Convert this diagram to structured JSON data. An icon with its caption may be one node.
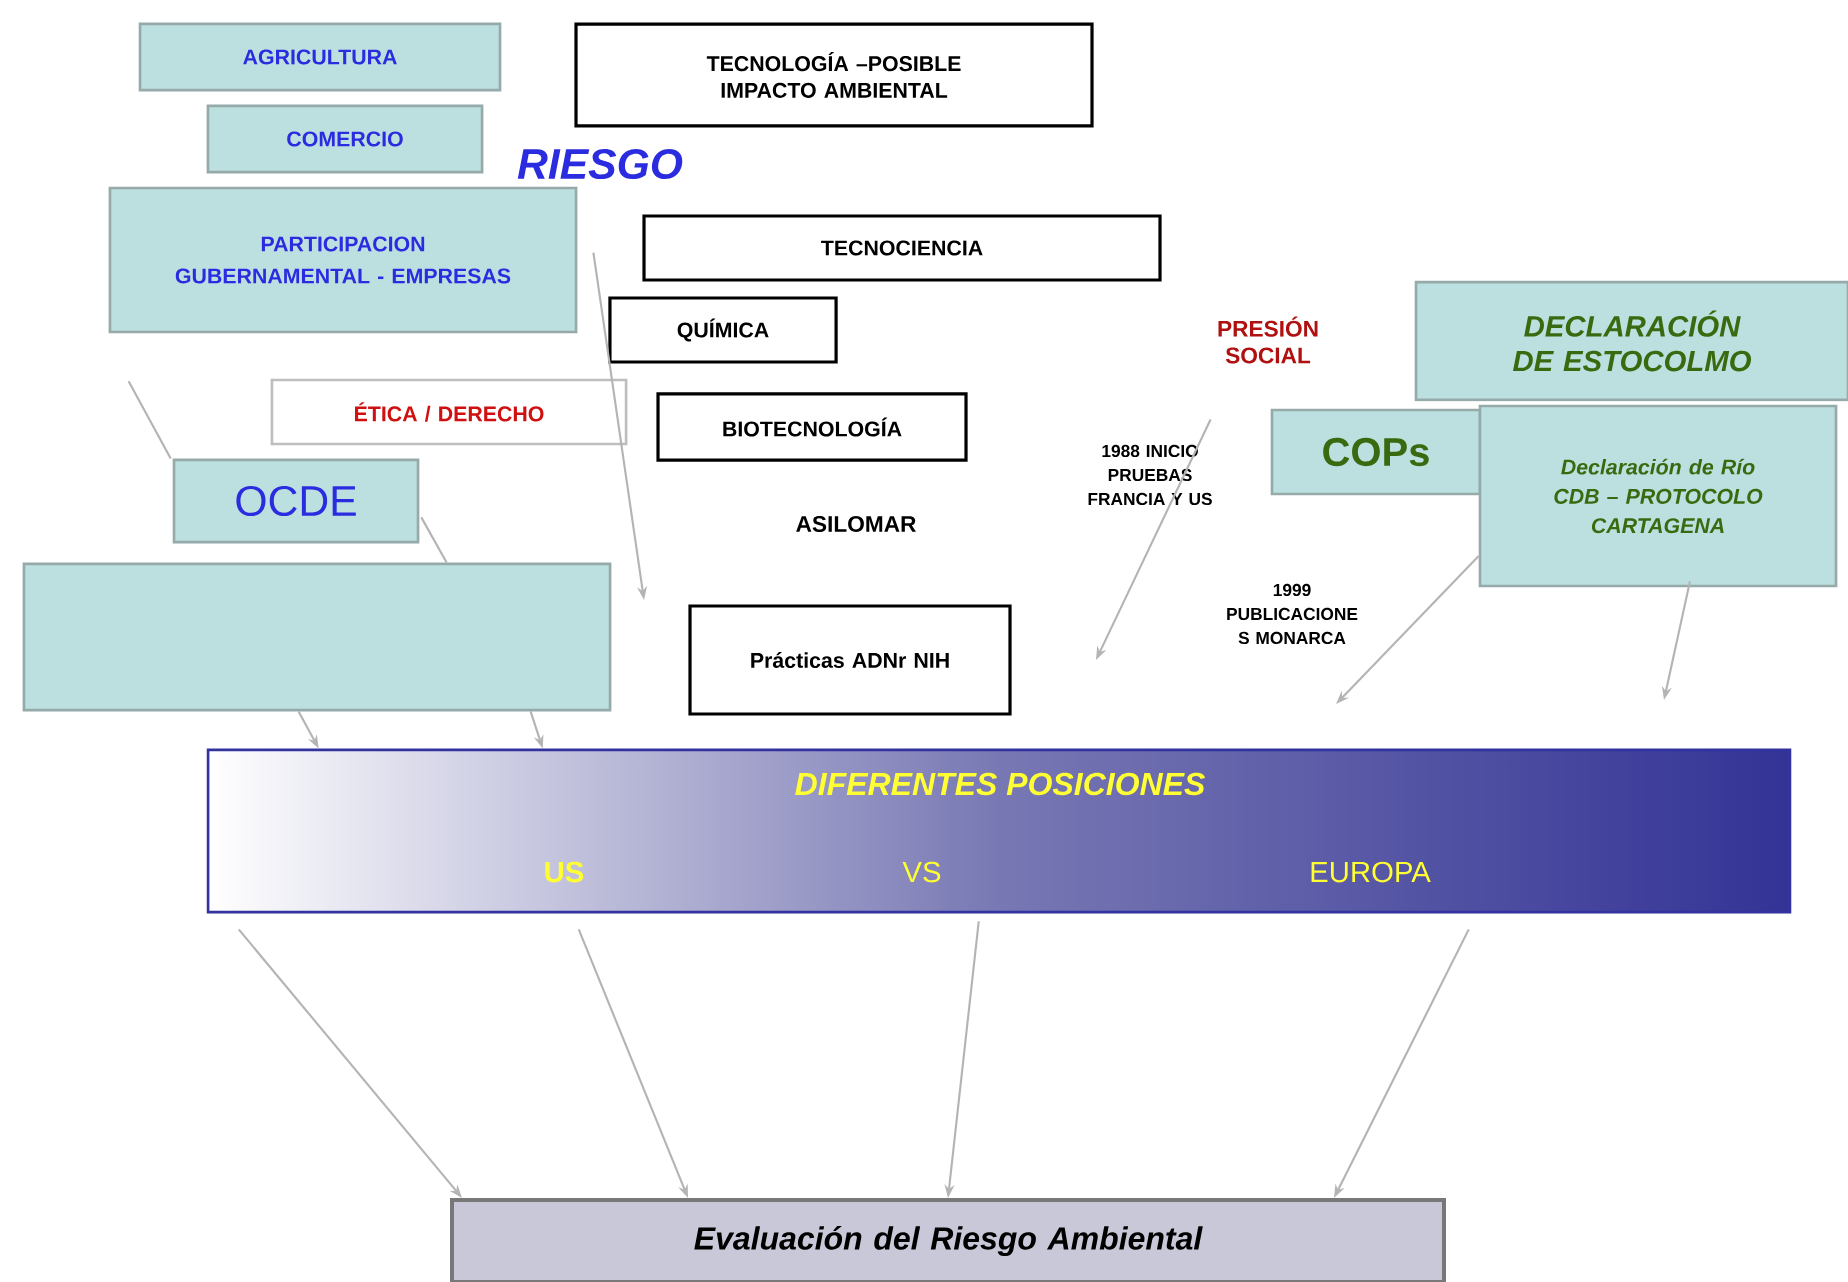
{
  "diagram": {
    "nodes": [
      {
        "text": [
          "AGRICULTURA"
        ]
      },
      {
        "text": [
          "COMERCIO"
        ]
      },
      {
        "text": [
          "PARTICIPACION GUBERNAMENTAL - EMPRESAS"
        ]
      },
      {
        "text": [
          "TECNOLOGÍA –POSIBLE IMPACTO AMBIENTAL"
        ]
      },
      {
        "text": [
          "TECNOCIENCIA"
        ]
      },
      {
        "text": [
          "QUÍMICA"
        ]
      },
      {
        "text": [
          "ÉTICA / DERECHO"
        ]
      },
      {
        "text": [
          "BIOTECNOLOGÍA"
        ]
      },
      {
        "text": [
          "OCDE"
        ]
      },
      {
        "text": [],
        "shape": "box"
      },
      {
        "text": [
          "Prácticas ADNr NIH"
        ]
      },
      {
        "text": [
          "1988 INICIO PRUEBAS FRANCIA Y US"
        ]
      },
      {
        "text": [
          "COPs"
        ]
      },
      {
        "text": [
          "DECLARACIÓN DE ESTOCOLMO"
        ]
      },
      {
        "text": [
          "Declaración de Río CDB – PROTOCOLO CARTAGENA"
        ]
      },
      {
        "text": [
          "DIFERENTES POSICIONES",
          "US",
          "VS",
          "EUROPA"
        ]
      },
      {
        "text": [
          "Evaluación del Riesgo Ambiental"
        ]
      }
    ],
    "edges": [
      {
        "from": 2,
        "to": null,
        "arrow": "to"
      },
      {
        "from": 2,
        "to": 8,
        "arrow": "none"
      },
      {
        "from": 9,
        "to": 15,
        "arrow": "to"
      },
      {
        "from": 8,
        "to": 9,
        "arrow": "none"
      },
      {
        "from": 9,
        "to": 15,
        "arrow": "to"
      },
      {
        "from": 11,
        "to": null,
        "arrow": "to"
      },
      {
        "from": 14,
        "to": null,
        "arrow": "to"
      },
      {
        "from": 14,
        "to": null,
        "arrow": "to"
      },
      {
        "from": 15,
        "to": 16,
        "arrow": "to"
      },
      {
        "from": 15,
        "to": 16,
        "arrow": "to"
      },
      {
        "from": 15,
        "to": 16,
        "arrow": "to"
      },
      {
        "from": 15,
        "to": 16,
        "arrow": "to"
      }
    ],
    "labels": [
      "RIESGO",
      "ASILOMAR",
      "PRESIÓN SOCIAL",
      "1999 PUBLICACIONE S MONARCA"
    ]
  }
}
